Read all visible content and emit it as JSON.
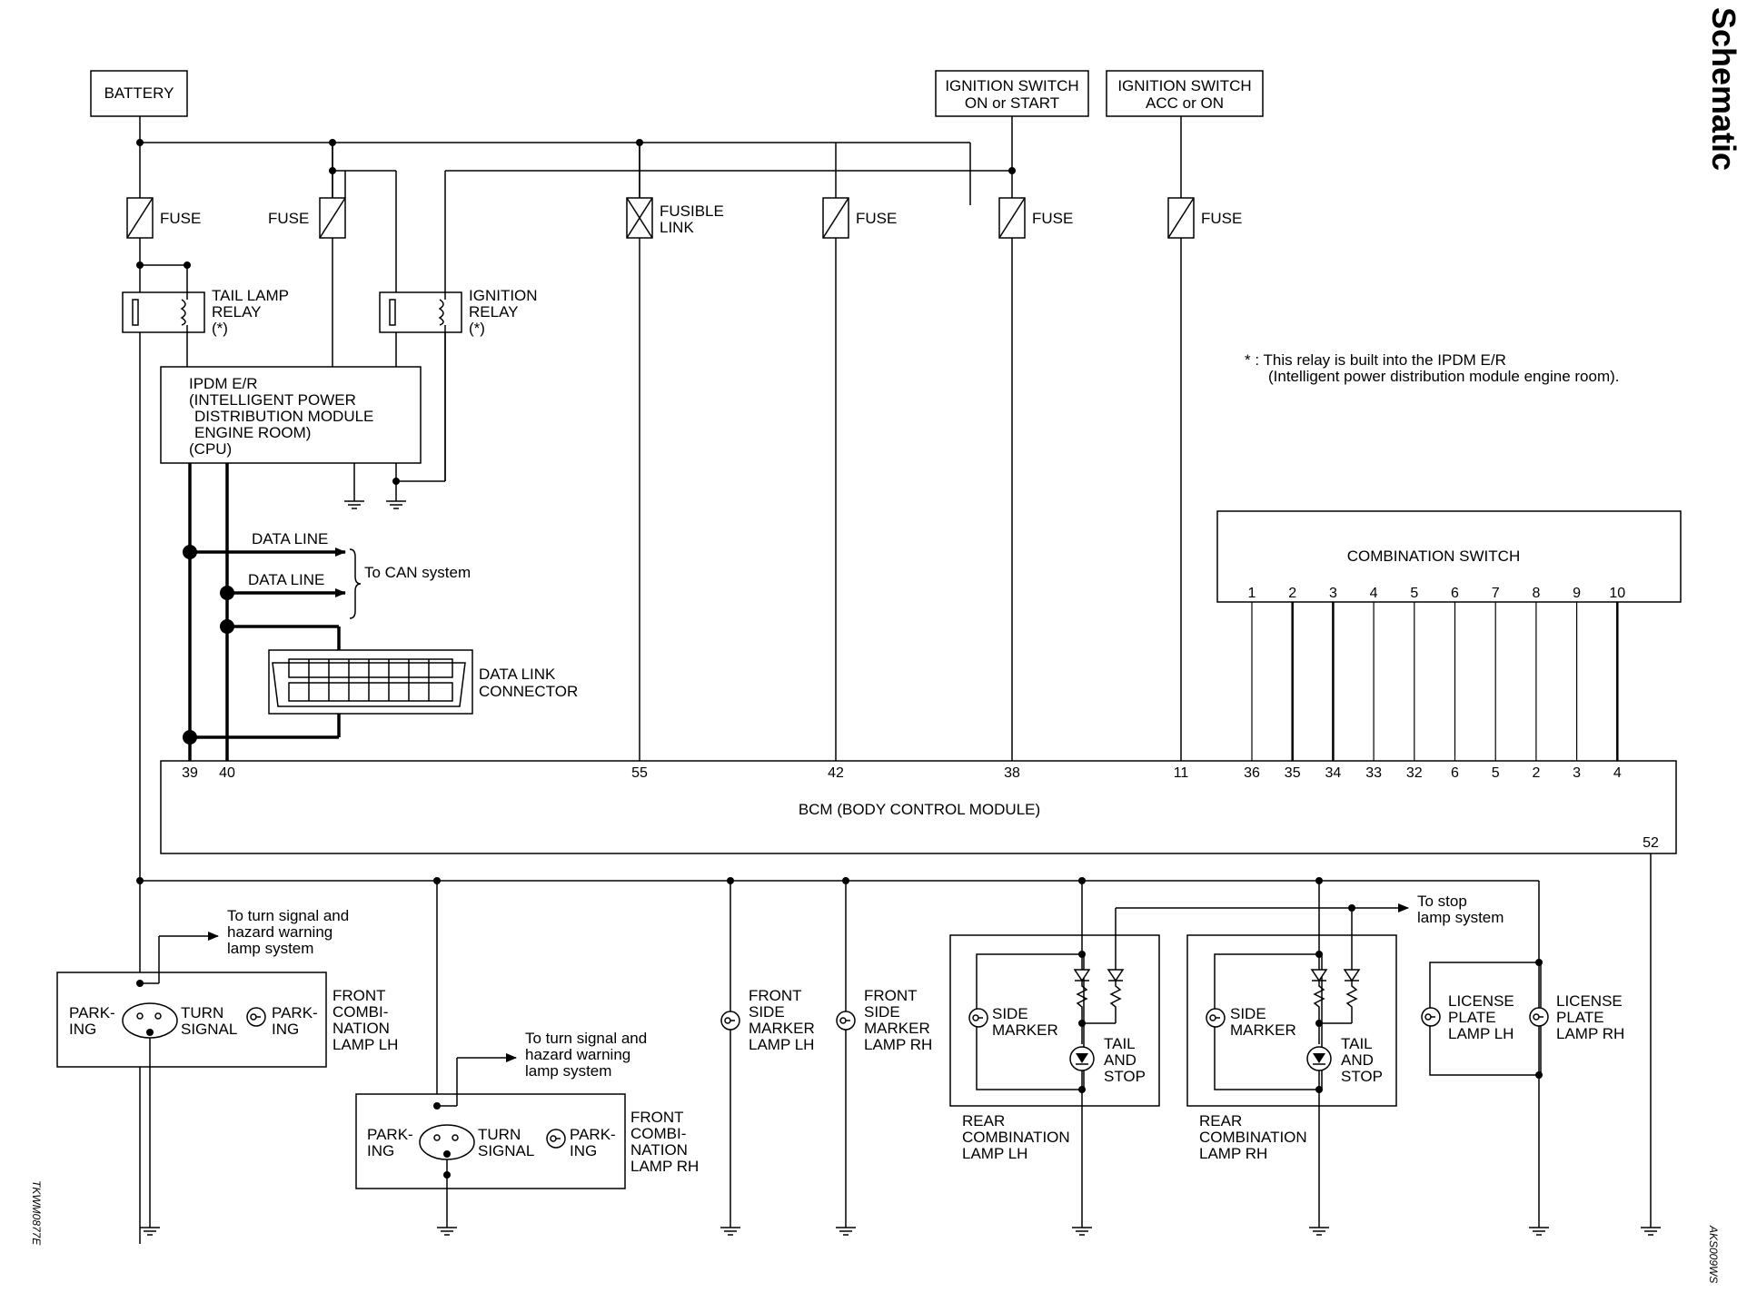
{
  "header": {
    "title": "Schematic"
  },
  "supplies": {
    "battery": "BATTERY",
    "ign_on_l1": "IGNITION SWITCH",
    "ign_on_l2": "ON or START",
    "ign_acc_l1": "IGNITION SWITCH",
    "ign_acc_l2": "ACC or ON"
  },
  "fuses": {
    "fuse1": "FUSE",
    "fuse2": "FUSE",
    "fusible_l1": "FUSIBLE",
    "fusible_l2": "LINK",
    "fuse4": "FUSE",
    "fuse5": "FUSE",
    "fuse6": "FUSE"
  },
  "relays": {
    "tail_l1": "TAIL LAMP",
    "tail_l2": "RELAY",
    "tail_l3": "(*)",
    "ign_l1": "IGNITION",
    "ign_l2": "RELAY",
    "ign_l3": "(*)"
  },
  "ipdm": {
    "l1": "IPDM E/R",
    "l2": "(INTELLIGENT POWER",
    "l3": "DISTRIBUTION MODULE",
    "l4": "ENGINE ROOM)",
    "l5": "(CPU)"
  },
  "note": {
    "l1": "* : This relay is built into the IPDM E/R",
    "l2": "(Intelligent power distribution module engine room)."
  },
  "data_lines": {
    "line1": "DATA LINE",
    "line2": "DATA LINE",
    "can": "To CAN system"
  },
  "dlc": {
    "l1": "DATA LINK",
    "l2": "CONNECTOR"
  },
  "combination_switch": {
    "title": "COMBINATION SWITCH",
    "pins": [
      "1",
      "2",
      "3",
      "4",
      "5",
      "6",
      "7",
      "8",
      "9",
      "10"
    ]
  },
  "bcm": {
    "title": "BCM (BODY CONTROL MODULE)",
    "pins": {
      "p39": "39",
      "p40": "40",
      "p55": "55",
      "p42": "42",
      "p38": "38",
      "p11": "11",
      "cs": [
        "36",
        "35",
        "34",
        "33",
        "32",
        "6",
        "5",
        "2",
        "3",
        "4"
      ],
      "p52": "52"
    }
  },
  "lamps": {
    "front_lh": {
      "parking1_l1": "PARK-",
      "parking1_l2": "ING",
      "turn_l1": "TURN",
      "turn_l2": "SIGNAL",
      "parking2_l1": "PARK-",
      "parking2_l2": "ING",
      "name_l1": "FRONT",
      "name_l2": "COMBI-",
      "name_l3": "NATION",
      "name_l4": "LAMP LH",
      "to_l1": "To turn signal and",
      "to_l2": "hazard warning",
      "to_l3": "lamp system"
    },
    "front_rh": {
      "parking1_l1": "PARK-",
      "parking1_l2": "ING",
      "turn_l1": "TURN",
      "turn_l2": "SIGNAL",
      "parking2_l1": "PARK-",
      "parking2_l2": "ING",
      "name_l1": "FRONT",
      "name_l2": "COMBI-",
      "name_l3": "NATION",
      "name_l4": "LAMP RH",
      "to_l1": "To turn signal and",
      "to_l2": "hazard warning",
      "to_l3": "lamp system"
    },
    "side_lh": {
      "l1": "FRONT",
      "l2": "SIDE",
      "l3": "MARKER",
      "l4": "LAMP LH"
    },
    "side_rh": {
      "l1": "FRONT",
      "l2": "SIDE",
      "l3": "MARKER",
      "l4": "LAMP RH"
    },
    "rear_lh": {
      "side_l1": "SIDE",
      "side_l2": "MARKER",
      "tail_l1": "TAIL",
      "tail_l2": "AND",
      "tail_l3": "STOP",
      "name_l1": "REAR",
      "name_l2": "COMBINATION",
      "name_l3": "LAMP LH"
    },
    "rear_rh": {
      "side_l1": "SIDE",
      "side_l2": "MARKER",
      "tail_l1": "TAIL",
      "tail_l2": "AND",
      "tail_l3": "STOP",
      "name_l1": "REAR",
      "name_l2": "COMBINATION",
      "name_l3": "LAMP RH"
    },
    "stop_l1": "To stop",
    "stop_l2": "lamp system",
    "license_lh": {
      "l1": "LICENSE",
      "l2": "PLATE",
      "l3": "LAMP LH"
    },
    "license_rh": {
      "l1": "LICENSE",
      "l2": "PLATE",
      "l3": "LAMP RH"
    }
  },
  "codes": {
    "left": "TKWM0877E",
    "right": "AKS009WS"
  }
}
